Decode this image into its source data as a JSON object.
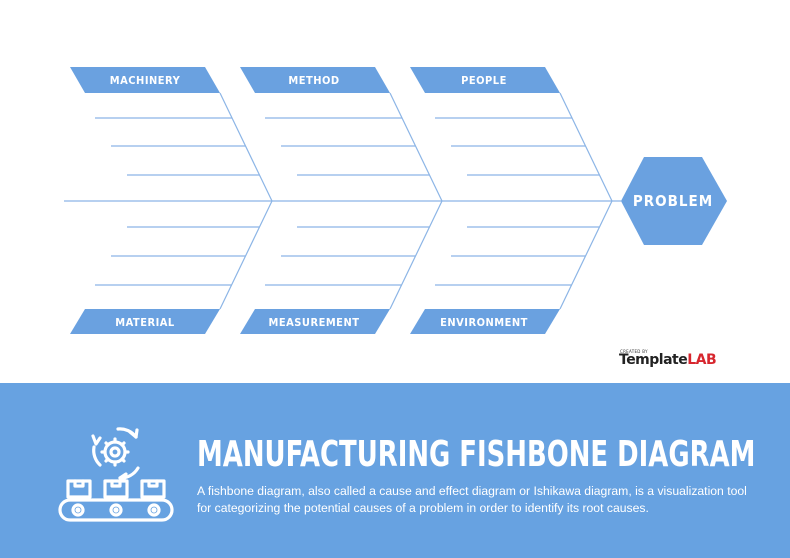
{
  "diagram": {
    "top_labels": [
      "MACHINERY",
      "METHOD",
      "PEOPLE"
    ],
    "bottom_labels": [
      "MATERIAL",
      "MEASUREMENT",
      "ENVIRONMENT"
    ],
    "head_label": "PROBLEM",
    "colors": {
      "accent": "#6aa1e0",
      "line": "#8cb5e6"
    }
  },
  "logo": {
    "small_text": "CREATED BY",
    "brand_main": "Template",
    "brand_accent": "LAB"
  },
  "footer": {
    "title": "MANUFACTURING FISHBONE DIAGRAM",
    "description": "A fishbone diagram, also called a cause and effect diagram or Ishikawa diagram, is a visualization tool for categorizing the potential causes of a problem in order to identify its root causes.",
    "background": "#67a2e1",
    "icon": "manufacturing-conveyor-gear-icon"
  }
}
